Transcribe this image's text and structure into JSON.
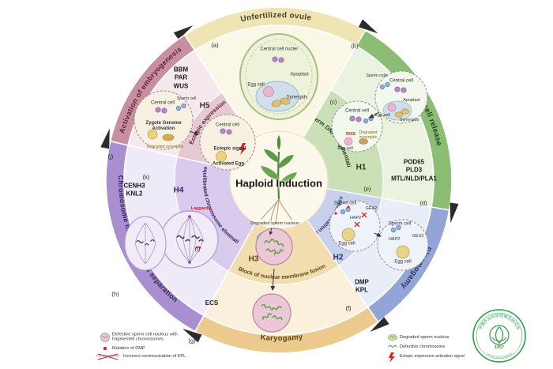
{
  "center": {
    "title": "Haploid Induction"
  },
  "sections": {
    "unfertilized": {
      "label": "Unfertilized ovule",
      "colors": {
        "band": "#efe4b4",
        "wedge": "#fbf7e6",
        "text": "#474028"
      }
    },
    "sperm_release": {
      "label": "Sperm cell release",
      "stage": "H1",
      "process": "Sperm DNA fragmentation",
      "genes": [
        "POD65",
        "PLD3",
        "MTL/NLD/PLA1"
      ],
      "colors": {
        "band": "#8cbd74",
        "wedge": "#eaf2e0",
        "inner": "#cbe0b6",
        "text": "#1f3d18"
      }
    },
    "plasmogamy": {
      "label": "Plasmogamy",
      "stage": "H2",
      "process": "Disrupt communication and fusion",
      "genes": [
        "DMP",
        "KPL"
      ],
      "colors": {
        "band": "#93a5d6",
        "wedge": "#e9edf7",
        "inner": "#c7d1ec",
        "text": "#273266"
      }
    },
    "karyogamy": {
      "label": "Karyogamy",
      "stage": "H3",
      "process": "Block of nuclear membrane fusion",
      "genes": [
        "ECS"
      ],
      "colors": {
        "band": "#ecca8e",
        "wedge": "#faf0dc",
        "inner": "#f2ddb0",
        "text": "#5d4310"
      }
    },
    "chromosome": {
      "label": "Chromosome movement and separation",
      "stage": "H4",
      "process": "Unequilibrated chromosome elimination",
      "genes": [
        "CENH3",
        "KNL2"
      ],
      "colors": {
        "band": "#a98fd0",
        "wedge": "#efeaf7",
        "inner": "#d9cbed",
        "text": "#33215c"
      }
    },
    "embryogenesis": {
      "label": "Activation of embryogenesis",
      "stage": "H5",
      "process": "Ectopic expression",
      "genes": [
        "BBM",
        "PAR",
        "WUS"
      ],
      "colors": {
        "band": "#c78fa0",
        "wedge": "#f6e9ed",
        "inner": "#e6c9d2",
        "text": "#5e2133"
      }
    }
  },
  "panels": {
    "a": "(a)",
    "b": "(b)",
    "c": "(c)",
    "d": "(d)",
    "e": "(e)",
    "f": "(f)",
    "g": "(g)",
    "h": "(h)",
    "i": "(i)",
    "j": "(j)",
    "k": "(k)"
  },
  "labels": {
    "central_cell_nuclei": "Central cell nuclei",
    "central_cell": "Central cell",
    "apoplast": "Apoplast",
    "egg_cell": "Egg cell",
    "synergids": "Synergids",
    "degraded_synergids": "Degraded synergids",
    "sperm_cell": "Sperm cell",
    "sperm_cells": "Sperm cells",
    "gex2": "GEX2",
    "hap2": "HAP2",
    "ros": "ROS",
    "zga": "Zygote Genome Activation",
    "ectopic_signal": "Ectopic signal",
    "activated_egg": "Activated Egg",
    "laggards": "Laggards",
    "degraded_sperm_nucleus": "Degraded sperm nucleus"
  },
  "legend_left": [
    {
      "label": "Defective sperm cell nucleus with fragmented chromosomes"
    },
    {
      "label": "Mutation of DMP"
    },
    {
      "label": "Incorrect communication of KPL",
      "icon_text": "Communication"
    }
  ],
  "legend_right": [
    {
      "label": "Degraded sperm nucleus"
    },
    {
      "label": "Defective chromosome"
    },
    {
      "label": "Ectopic expression activation signal"
    }
  ],
  "logo": {
    "top_text": "中国农业科学院棉花研究所",
    "bottom_text": "INSTITUTE OF COTTON RESEARCH",
    "year": "1957"
  }
}
